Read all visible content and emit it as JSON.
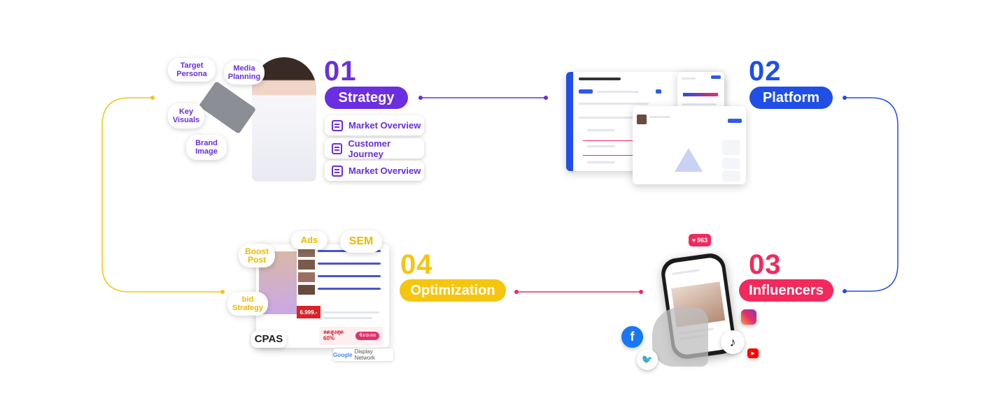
{
  "steps": [
    {
      "number": "01",
      "label": "Strategy",
      "color": "#6b2ee0"
    },
    {
      "number": "02",
      "label": "Platform",
      "color": "#1f4fe6"
    },
    {
      "number": "03",
      "label": "Influencers",
      "color": "#f2295d"
    },
    {
      "number": "04",
      "label": "Optimization",
      "color": "#f6c510"
    }
  ],
  "strategy_items": [
    "Market Overview",
    "Customer Journey",
    "Market Overview"
  ],
  "strategy_tags": [
    "Target Persona",
    "Media Planning",
    "Key Visuals",
    "Brand Image"
  ],
  "optimization_tags": [
    "Ads",
    "SEM",
    "Boost Post",
    "bid Strategy",
    "CPAS"
  ],
  "network_badge": {
    "google": "Google",
    "suffix": "Display Network"
  },
  "like_badge": "963",
  "promo": {
    "price": "6.999.-",
    "discount": "ลดสูงสุด 60%",
    "cta": "ช้อปเลย"
  },
  "colors": {
    "connector_left": "#f6c510",
    "connector_right": "#1f4fe6"
  }
}
